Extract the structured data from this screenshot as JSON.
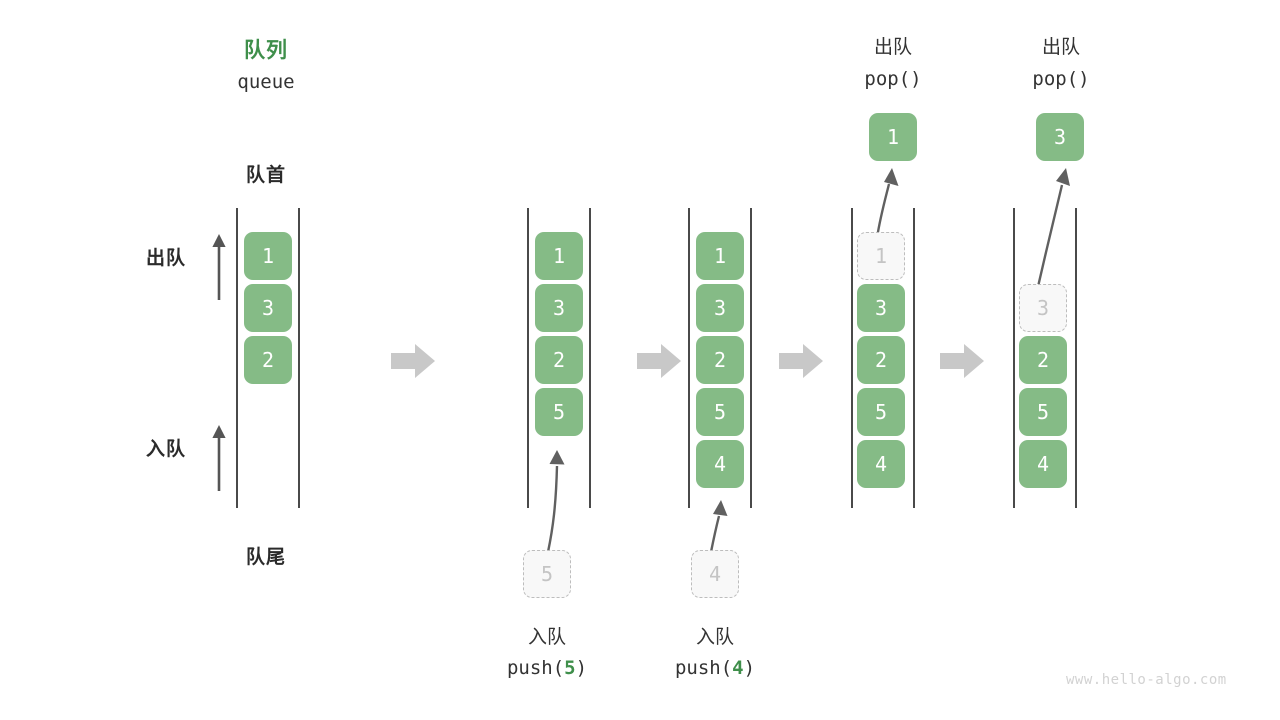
{
  "diagram": {
    "title_cn": "队列",
    "title_en": "queue",
    "front_label": "队首",
    "rear_label": "队尾",
    "dequeue_side_label": "出队",
    "enqueue_side_label": "入队",
    "watermark": "www.hello-algo.com",
    "colors": {
      "accent_green": "#85bb86",
      "title_green": "#3f8f4b",
      "ghost_border": "#bdbdbd",
      "ghost_text": "#c4c4c4",
      "rail": "#4a4a4a",
      "step_arrow": "#c8c8c8",
      "text_dark": "#2b2b2b"
    },
    "step_arrow_icon": "right-block-arrow",
    "up_arrow_icon": "arrow-up",
    "columns": [
      {
        "id": "initial",
        "header_cn": "",
        "header_code": "",
        "cells": [
          {
            "value": "1",
            "state": "filled"
          },
          {
            "value": "3",
            "state": "filled"
          },
          {
            "value": "2",
            "state": "filled"
          }
        ],
        "caption_cn": "",
        "caption_code_prefix": "",
        "caption_code_arg": "",
        "caption_code_suffix": "",
        "incoming": null,
        "popped": null
      },
      {
        "id": "push-5",
        "header_cn": "",
        "header_code": "",
        "cells": [
          {
            "value": "1",
            "state": "filled"
          },
          {
            "value": "3",
            "state": "filled"
          },
          {
            "value": "2",
            "state": "filled"
          },
          {
            "value": "5",
            "state": "filled"
          }
        ],
        "caption_cn": "入队",
        "caption_code_prefix": "push(",
        "caption_code_arg": "5",
        "caption_code_suffix": ")",
        "incoming": {
          "value": "5"
        },
        "popped": null
      },
      {
        "id": "push-4",
        "header_cn": "",
        "header_code": "",
        "cells": [
          {
            "value": "1",
            "state": "filled"
          },
          {
            "value": "3",
            "state": "filled"
          },
          {
            "value": "2",
            "state": "filled"
          },
          {
            "value": "5",
            "state": "filled"
          },
          {
            "value": "4",
            "state": "filled"
          }
        ],
        "caption_cn": "入队",
        "caption_code_prefix": "push(",
        "caption_code_arg": "4",
        "caption_code_suffix": ")",
        "incoming": {
          "value": "4"
        },
        "popped": null
      },
      {
        "id": "pop-1",
        "header_cn": "出队",
        "header_code": "pop()",
        "cells": [
          {
            "value": "1",
            "state": "ghost"
          },
          {
            "value": "3",
            "state": "filled"
          },
          {
            "value": "2",
            "state": "filled"
          },
          {
            "value": "5",
            "state": "filled"
          },
          {
            "value": "4",
            "state": "filled"
          }
        ],
        "caption_cn": "",
        "caption_code_prefix": "",
        "caption_code_arg": "",
        "caption_code_suffix": "",
        "incoming": null,
        "popped": {
          "value": "1"
        }
      },
      {
        "id": "pop-3",
        "header_cn": "出队",
        "header_code": "pop()",
        "cells": [
          {
            "value": "",
            "state": "empty"
          },
          {
            "value": "3",
            "state": "ghost"
          },
          {
            "value": "2",
            "state": "filled"
          },
          {
            "value": "5",
            "state": "filled"
          },
          {
            "value": "4",
            "state": "filled"
          }
        ],
        "caption_cn": "",
        "caption_code_prefix": "",
        "caption_code_arg": "",
        "caption_code_suffix": "",
        "incoming": null,
        "popped": {
          "value": "3"
        }
      }
    ]
  }
}
